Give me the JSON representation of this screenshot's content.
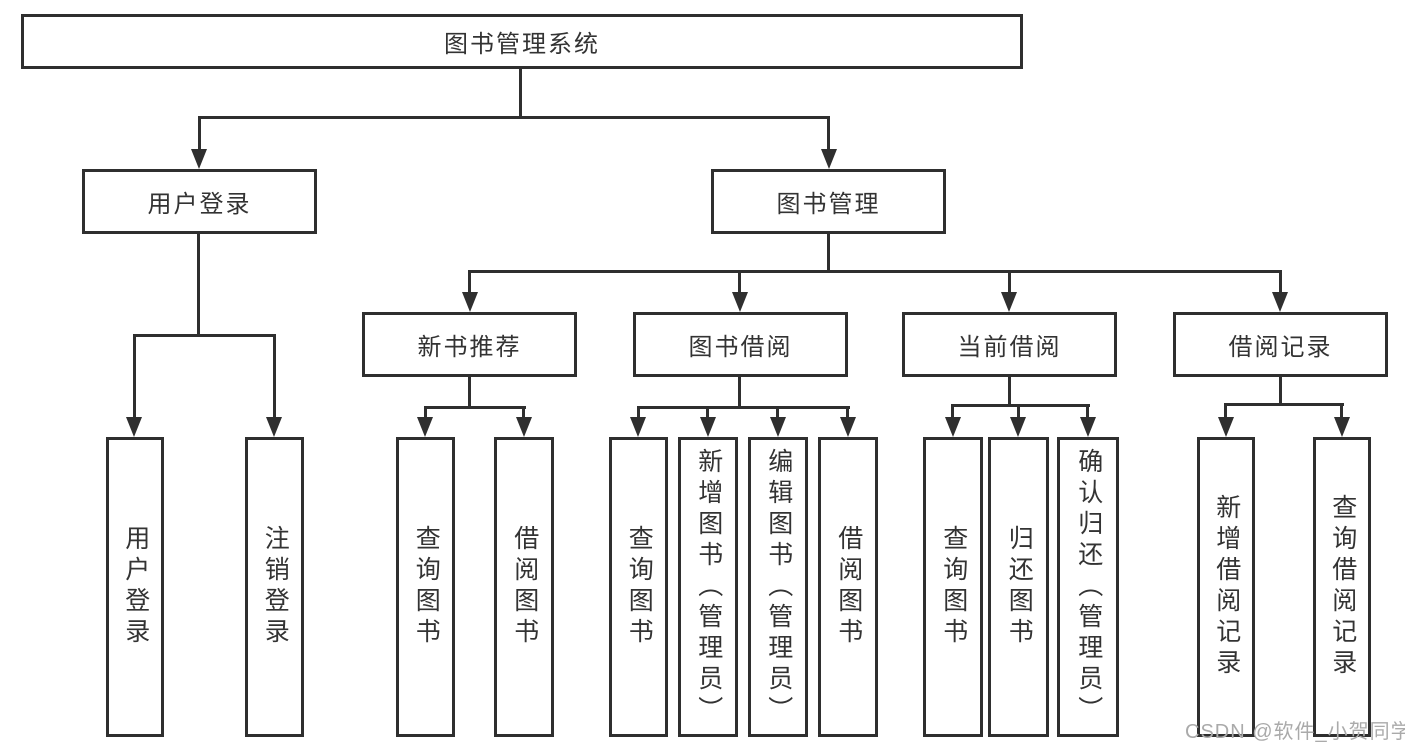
{
  "diagram": {
    "root": {
      "label": "图书管理系统"
    },
    "branches": [
      {
        "label": "用户登录",
        "children": [
          {
            "label": "用户登录"
          },
          {
            "label": "注销登录"
          }
        ]
      },
      {
        "label": "图书管理",
        "children": [
          {
            "label": "新书推荐",
            "children": [
              {
                "label": "查询图书"
              },
              {
                "label": "借阅图书"
              }
            ]
          },
          {
            "label": "图书借阅",
            "children": [
              {
                "label": "查询图书"
              },
              {
                "label": "新增图书（管理员）"
              },
              {
                "label": "编辑图书（管理员）"
              },
              {
                "label": "借阅图书"
              }
            ]
          },
          {
            "label": "当前借阅",
            "children": [
              {
                "label": "查询图书"
              },
              {
                "label": "归还图书"
              },
              {
                "label": "确认归还（管理员）"
              }
            ]
          },
          {
            "label": "借阅记录",
            "children": [
              {
                "label": "新增借阅记录"
              },
              {
                "label": "查询借阅记录"
              }
            ]
          }
        ]
      }
    ]
  },
  "watermark": {
    "text": "CSDN @软件_小贺同学"
  },
  "colors": {
    "line": "#2f2f2f",
    "text": "#333333",
    "watermark": "#aaaaaa",
    "background": "#ffffff"
  }
}
